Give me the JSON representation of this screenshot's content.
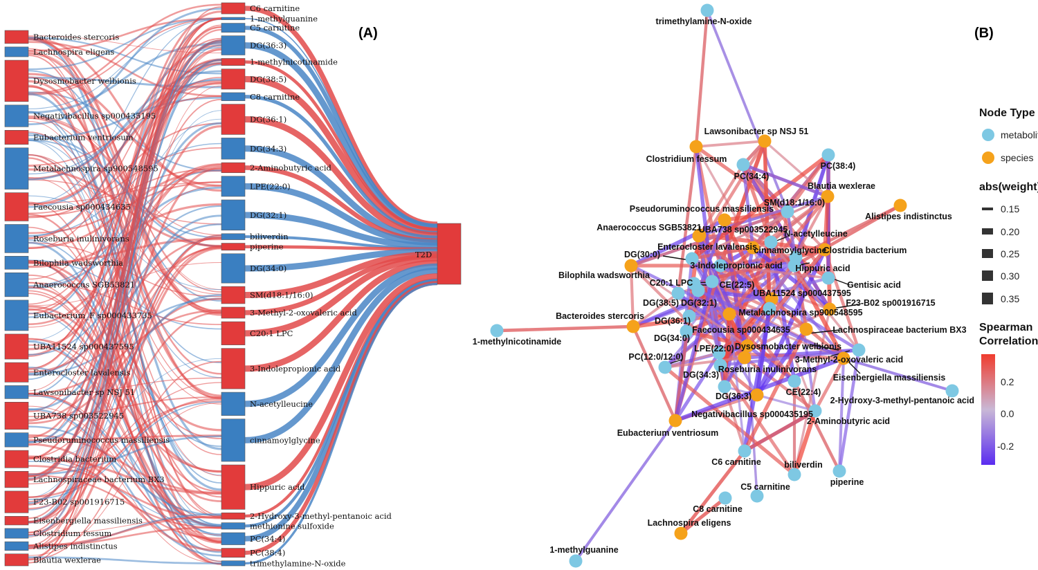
{
  "panels": {
    "a_label": "(A)",
    "b_label": "(B)"
  },
  "sankey": {
    "target": "T2D",
    "colors": {
      "positive": "#e23b3b",
      "negative": "#3a7fc1",
      "pos_link": "#e24a4a",
      "neg_link": "#4a86c6"
    },
    "species": [
      {
        "name": "Bacteroides stercoris",
        "sign": "pos",
        "weight": 0.6
      },
      {
        "name": "Lachnospira eligens",
        "sign": "neg",
        "weight": 0.45
      },
      {
        "name": "Dysosmobacter welbionis",
        "sign": "pos",
        "weight": 1.9
      },
      {
        "name": "Negativibacillus sp000435195",
        "sign": "neg",
        "weight": 1.0
      },
      {
        "name": "Eubacterium ventriosum",
        "sign": "pos",
        "weight": 0.65
      },
      {
        "name": "Metalachnospira sp900548595",
        "sign": "neg",
        "weight": 1.9
      },
      {
        "name": "Faecousia sp000434635",
        "sign": "pos",
        "weight": 1.3
      },
      {
        "name": "Roseburia inulinivorans",
        "sign": "neg",
        "weight": 1.3
      },
      {
        "name": "Bilophila wadsworthia",
        "sign": "neg",
        "weight": 0.6
      },
      {
        "name": "Anaerococcus SGB53821",
        "sign": "neg",
        "weight": 1.1
      },
      {
        "name": "Eubacterium_F sp000433735",
        "sign": "neg",
        "weight": 1.4
      },
      {
        "name": "UBA11524 sp000437595",
        "sign": "pos",
        "weight": 1.15
      },
      {
        "name": "Enterocloster lavalensis",
        "sign": "pos",
        "weight": 0.9
      },
      {
        "name": "Lawsonibacter sp NSJ 51",
        "sign": "neg",
        "weight": 0.6
      },
      {
        "name": "UBA738 sp003522945",
        "sign": "pos",
        "weight": 1.25
      },
      {
        "name": "Pseudoruminococcus massiliensis",
        "sign": "neg",
        "weight": 0.65
      },
      {
        "name": "Clostridia bacterium",
        "sign": "pos",
        "weight": 0.8
      },
      {
        "name": "Lachnospiraceae bacterium BX3",
        "sign": "pos",
        "weight": 0.75
      },
      {
        "name": "F23-B02 sp001916715",
        "sign": "pos",
        "weight": 1.0
      },
      {
        "name": "Eisenbergiella massiliensis",
        "sign": "pos",
        "weight": 0.4
      },
      {
        "name": "Clostridium fessum",
        "sign": "neg",
        "weight": 0.45
      },
      {
        "name": "Alistipes indistinctus",
        "sign": "neg",
        "weight": 0.4
      },
      {
        "name": "Blautia wexlerae",
        "sign": "pos",
        "weight": 0.55
      }
    ],
    "metabolites": [
      {
        "name": "C6 carnitine",
        "sign": "pos",
        "weight": 0.55
      },
      {
        "name": "1-methylguanine",
        "sign": "neg",
        "weight": 0.12
      },
      {
        "name": "C5 carnitine",
        "sign": "neg",
        "weight": 0.45
      },
      {
        "name": "DG(36:3)",
        "sign": "neg",
        "weight": 0.95
      },
      {
        "name": "1-methylnicotinamide",
        "sign": "pos",
        "weight": 0.35
      },
      {
        "name": "DG(38:5)",
        "sign": "pos",
        "weight": 1.0
      },
      {
        "name": "C8 carnitine",
        "sign": "neg",
        "weight": 0.4
      },
      {
        "name": "DG(36:1)",
        "sign": "pos",
        "weight": 1.5
      },
      {
        "name": "DG(34:3)",
        "sign": "neg",
        "weight": 1.05
      },
      {
        "name": "2-Aminobutyric acid",
        "sign": "pos",
        "weight": 0.5
      },
      {
        "name": "LPE(22:0)",
        "sign": "neg",
        "weight": 1.0
      },
      {
        "name": "DG(32:1)",
        "sign": "neg",
        "weight": 1.5
      },
      {
        "name": "biliverdin",
        "sign": "neg",
        "weight": 0.3
      },
      {
        "name": "piperine",
        "sign": "pos",
        "weight": 0.35
      },
      {
        "name": "DG(34:0)",
        "sign": "neg",
        "weight": 1.45
      },
      {
        "name": "SM(d18:1/16:0)",
        "sign": "pos",
        "weight": 0.85
      },
      {
        "name": "3-Methyl-2-oxovaleric acid",
        "sign": "pos",
        "weight": 0.55
      },
      {
        "name": "C20:1 LPC",
        "sign": "pos",
        "weight": 1.15
      },
      {
        "name": "3-Indolepropionic acid",
        "sign": "pos",
        "weight": 2.0
      },
      {
        "name": "N-acetylleucine",
        "sign": "neg",
        "weight": 1.15
      },
      {
        "name": "cinnamoylglycine",
        "sign": "neg",
        "weight": 2.1
      },
      {
        "name": "Hippuric acid",
        "sign": "pos",
        "weight": 2.2
      },
      {
        "name": "2-Hydroxy-3-methyl-pentanoic acid",
        "sign": "pos",
        "weight": 0.32
      },
      {
        "name": "methionine sulfoxide",
        "sign": "neg",
        "weight": 0.32
      },
      {
        "name": "PC(34:4)",
        "sign": "neg",
        "weight": 0.6
      },
      {
        "name": "PC(38:4)",
        "sign": "pos",
        "weight": 0.45
      },
      {
        "name": "trimethylamine-N-oxide",
        "sign": "neg",
        "weight": 0.25
      }
    ]
  },
  "network": {
    "legend": {
      "node_type_title": "Node Type",
      "node_types": [
        {
          "label": "metabolite",
          "color": "#7ec8e3"
        },
        {
          "label": "species",
          "color": "#f5a21b"
        }
      ],
      "weight_title": "abs(weight)",
      "weights": [
        "0.15",
        "0.20",
        "0.25",
        "0.30",
        "0.35"
      ],
      "corr_title_1": "Spearman",
      "corr_title_2": "Correlation",
      "corr_ticks": [
        "0.2",
        "0.0",
        "-0.2"
      ],
      "corr_colors": {
        "high": "#f03c2e",
        "mid": "#c9b8d6",
        "low": "#5a2cf0"
      }
    },
    "nodes": [
      {
        "label": "trimethylamine-N-oxide",
        "type": "metabolite"
      },
      {
        "label": "Lawsonibacter sp NSJ 51",
        "type": "species"
      },
      {
        "label": "Clostridium fessum",
        "type": "species"
      },
      {
        "label": "PC(38:4)",
        "type": "metabolite"
      },
      {
        "label": "PC(34:4)",
        "type": "metabolite"
      },
      {
        "label": "Blautia wexlerae",
        "type": "species"
      },
      {
        "label": "SM(d18:1/16:0)",
        "type": "metabolite"
      },
      {
        "label": "Alistipes indistinctus",
        "type": "species"
      },
      {
        "label": "Pseudoruminococcus massiliensis",
        "type": "species"
      },
      {
        "label": "UBA738 sp003522945",
        "type": "species"
      },
      {
        "label": "Anaerococcus SGB53821",
        "type": "species"
      },
      {
        "label": "N-acetylleucine",
        "type": "metabolite"
      },
      {
        "label": "Enterocloster lavalensis",
        "type": "species"
      },
      {
        "label": "cinnamoylglycine",
        "type": "metabolite"
      },
      {
        "label": "Clostridia bacterium",
        "type": "species"
      },
      {
        "label": "DG(30:0)",
        "type": "metabolite"
      },
      {
        "label": "3-Indolepropionic acid",
        "type": "metabolite"
      },
      {
        "label": "Hippuric acid",
        "type": "metabolite"
      },
      {
        "label": "Bilophila wadsworthia",
        "type": "species"
      },
      {
        "label": "C20:1 LPC",
        "type": "metabolite"
      },
      {
        "label": "CE(22:5)",
        "type": "metabolite"
      },
      {
        "label": "Gentisic acid",
        "type": "metabolite"
      },
      {
        "label": "UBA11524 sp000437595",
        "type": "species"
      },
      {
        "label": "DG(38:5)",
        "type": "metabolite"
      },
      {
        "label": "DG(32:1)",
        "type": "metabolite"
      },
      {
        "label": "F23-B02 sp001916715",
        "type": "species"
      },
      {
        "label": "Metalachnospira sp900548595",
        "type": "metabolite"
      },
      {
        "label": "Bacteroides stercoris",
        "type": "species"
      },
      {
        "label": "DG(36:1)",
        "type": "metabolite"
      },
      {
        "label": "Faecousia sp000434635",
        "type": "species"
      },
      {
        "label": "Lachnospiraceae bacterium BX3",
        "type": "species"
      },
      {
        "label": "1-methylnicotinamide",
        "type": "metabolite"
      },
      {
        "label": "DG(34:0)",
        "type": "metabolite"
      },
      {
        "label": "Dysosmobacter welbionis",
        "type": "species"
      },
      {
        "label": "PC(12:0/12:0)",
        "type": "metabolite"
      },
      {
        "label": "LPE(22:0)",
        "type": "metabolite"
      },
      {
        "label": "3-Methyl-2-oxovaleric acid",
        "type": "metabolite"
      },
      {
        "label": "Eisenbergiella massiliensis",
        "type": "species"
      },
      {
        "label": "DG(34:3)",
        "type": "metabolite"
      },
      {
        "label": "Roseburia inulinivorans",
        "type": "species"
      },
      {
        "label": "2-Hydroxy-3-methyl-pentanoic acid",
        "type": "metabolite"
      },
      {
        "label": "DG(36:3)",
        "type": "metabolite"
      },
      {
        "label": "CE(22:4)",
        "type": "metabolite"
      },
      {
        "label": "Negativibacillus sp000435195",
        "type": "species"
      },
      {
        "label": "2-Aminobutyric acid",
        "type": "metabolite"
      },
      {
        "label": "Eubacterium ventriosum",
        "type": "species"
      },
      {
        "label": "C6 carnitine",
        "type": "metabolite"
      },
      {
        "label": "biliverdin",
        "type": "metabolite"
      },
      {
        "label": "piperine",
        "type": "metabolite"
      },
      {
        "label": "C5 carnitine",
        "type": "metabolite"
      },
      {
        "label": "C8 carnitine",
        "type": "metabolite"
      },
      {
        "label": "Lachnospira eligens",
        "type": "species"
      },
      {
        "label": "1-methylguanine",
        "type": "metabolite"
      }
    ]
  }
}
